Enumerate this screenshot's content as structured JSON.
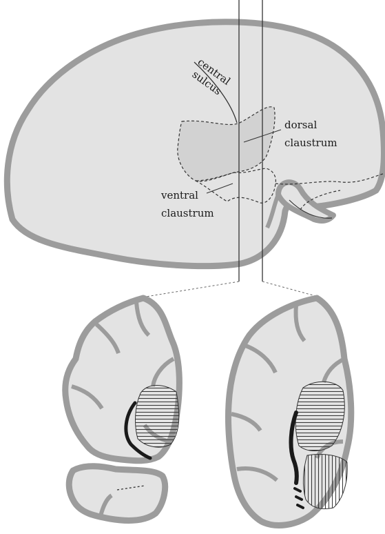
{
  "labels": {
    "central": "central",
    "sulcus": "sulcus",
    "dorsal": "dorsal",
    "dorsal_claustrum": "claustrum",
    "ventral": "ventral",
    "ventral_claustrum": "claustrum"
  },
  "colors": {
    "tissue_fill": "#e3e3e3",
    "cortex_gray": "#9c9c9c",
    "region_fill": "#d2d2d2",
    "claustrum_dark": "#1a1a1a",
    "line": "#333333"
  }
}
